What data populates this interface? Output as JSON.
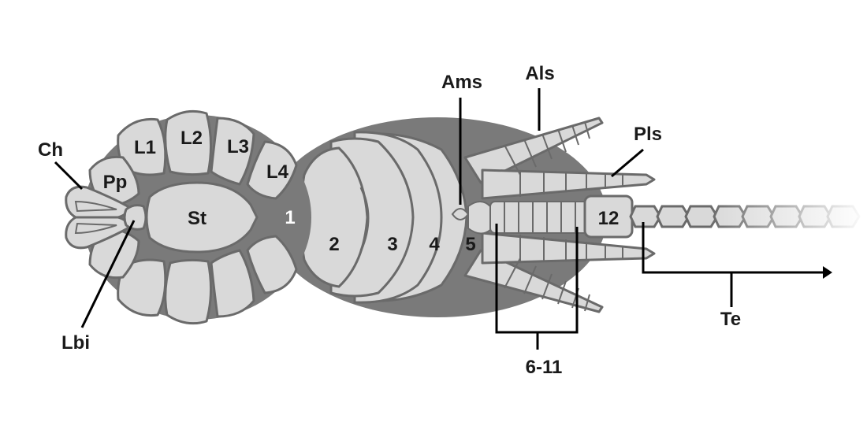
{
  "labels": {
    "ch": "Ch",
    "pp": "Pp",
    "l1": "L1",
    "l2": "L2",
    "l3": "L3",
    "l4": "L4",
    "st": "St",
    "lbi": "Lbi",
    "seg1": "1",
    "seg2": "2",
    "seg3": "3",
    "seg4": "4",
    "seg5": "5",
    "seg12": "12",
    "range": "6-11",
    "ams": "Ams",
    "als": "Als",
    "pls": "Pls",
    "te": "Te"
  },
  "colors": {
    "fill": "#d9d9d9",
    "dark": "#7a7a7a",
    "outline": "#6a6a6a",
    "line": "#000000",
    "text": "#1a1a1a",
    "inverse_text": "#ffffff"
  }
}
